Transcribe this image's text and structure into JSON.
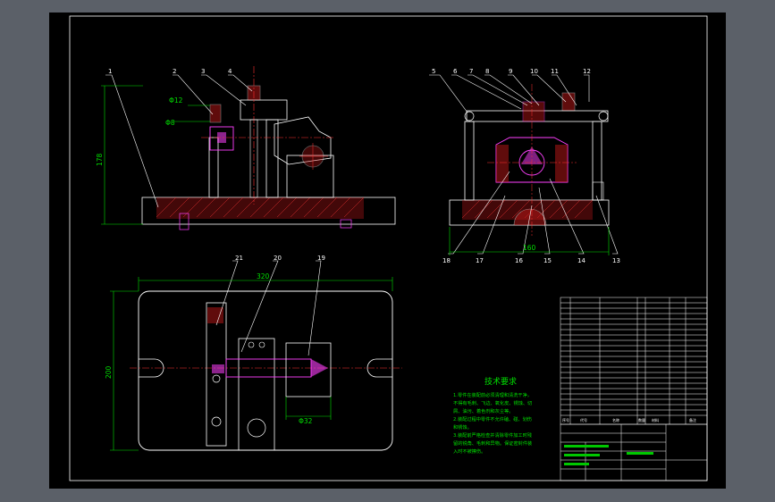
{
  "part_labels_front": [
    "1",
    "2",
    "3",
    "4"
  ],
  "part_labels_side_top": [
    "5",
    "6",
    "7",
    "8",
    "9",
    "10",
    "11",
    "12"
  ],
  "part_labels_side_bottom": [
    "18",
    "17",
    "16",
    "15",
    "14",
    "13"
  ],
  "part_labels_top_view": [
    "21",
    "20",
    "19"
  ],
  "dimensions": {
    "front_height": "178",
    "front_dia_1": "Φ12",
    "front_dia_2": "Φ8",
    "side_width": "160",
    "top_width": "320",
    "top_height": "200",
    "top_dia": "Φ32"
  },
  "tech_requirements": {
    "title": "技术要求",
    "lines": [
      "1.零件在装配前必须清理和清洗干净，",
      "不得有毛刺、飞边、氧化皮、锈蚀、切",
      "屑、油污、着色剂和灰尘等。",
      "2.装配过程中零件不允许磕、碰、划伤",
      "和锈蚀。",
      "3.装配前严格检查并清除零件加工时残",
      "留的锐角、毛刺和异物。保证密封件装",
      "入时不被擦伤。"
    ]
  },
  "parts_table_header": [
    "序号",
    "代号",
    "名称",
    "数量",
    "材料",
    "备注"
  ]
}
